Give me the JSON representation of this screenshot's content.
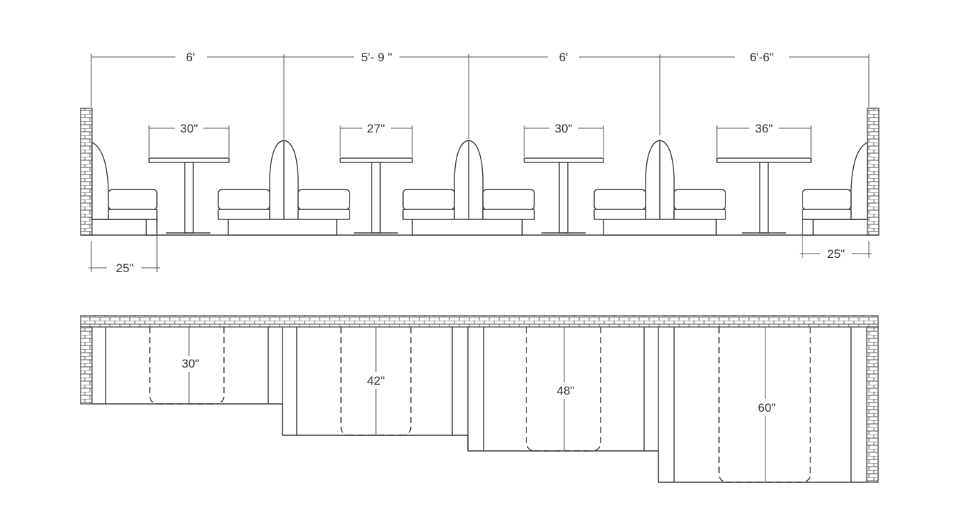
{
  "elevation": {
    "bay_widths": [
      "6'",
      "5'- 9 \"",
      "6'",
      "6'-6\""
    ],
    "table_tops": [
      "30\"",
      "27\"",
      "30\"",
      "36\""
    ],
    "end_seat_depths": [
      "25\"",
      "25\""
    ]
  },
  "plan": {
    "booth_depths": [
      "30\"",
      "42\"",
      "48\"",
      "60\""
    ]
  },
  "colors": {
    "line": "#3a3a3a",
    "background": "#ffffff"
  }
}
